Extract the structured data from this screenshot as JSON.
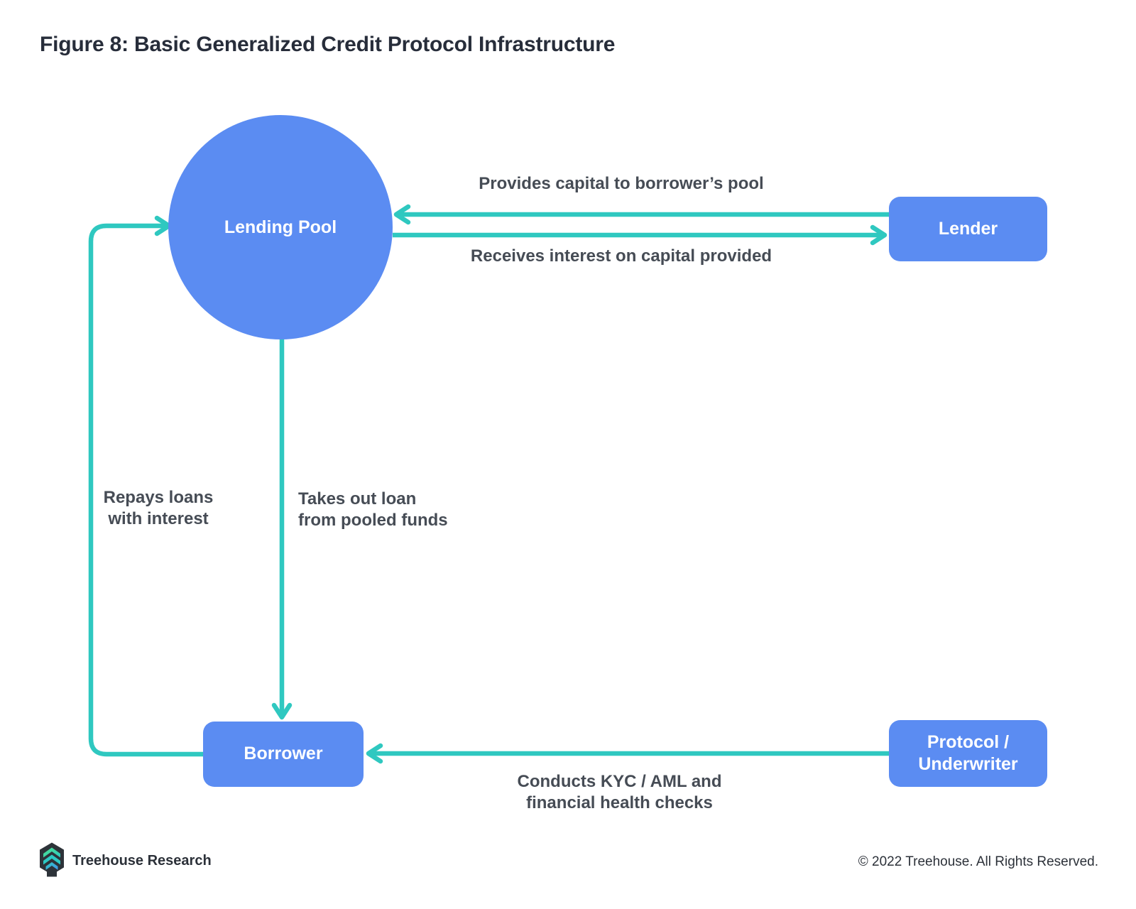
{
  "figure": {
    "title": "Figure 8: Basic Generalized Credit Protocol Infrastructure"
  },
  "nodes": {
    "lending_pool": "Lending Pool",
    "lender": "Lender",
    "borrower": "Borrower",
    "protocol_underwriter": "Protocol /\nUnderwriter"
  },
  "edge_labels": {
    "provides_capital": "Provides capital to borrower’s pool",
    "receives_interest": "Receives interest on capital provided",
    "repays_loans": "Repays loans\nwith interest",
    "takes_out_loan": "Takes out loan\nfrom pooled funds",
    "conducts_kyc": "Conducts KYC / AML and\nfinancial health checks"
  },
  "footer": {
    "brand": "Treehouse Research",
    "copyright": "© 2022 Treehouse. All Rights Reserved."
  },
  "colors": {
    "node_blue": "#5b8cf2",
    "arrow_teal": "#2fc8c0",
    "title_text": "#272d3a",
    "label_text": "#464c55",
    "footer_text": "#2c3139"
  }
}
